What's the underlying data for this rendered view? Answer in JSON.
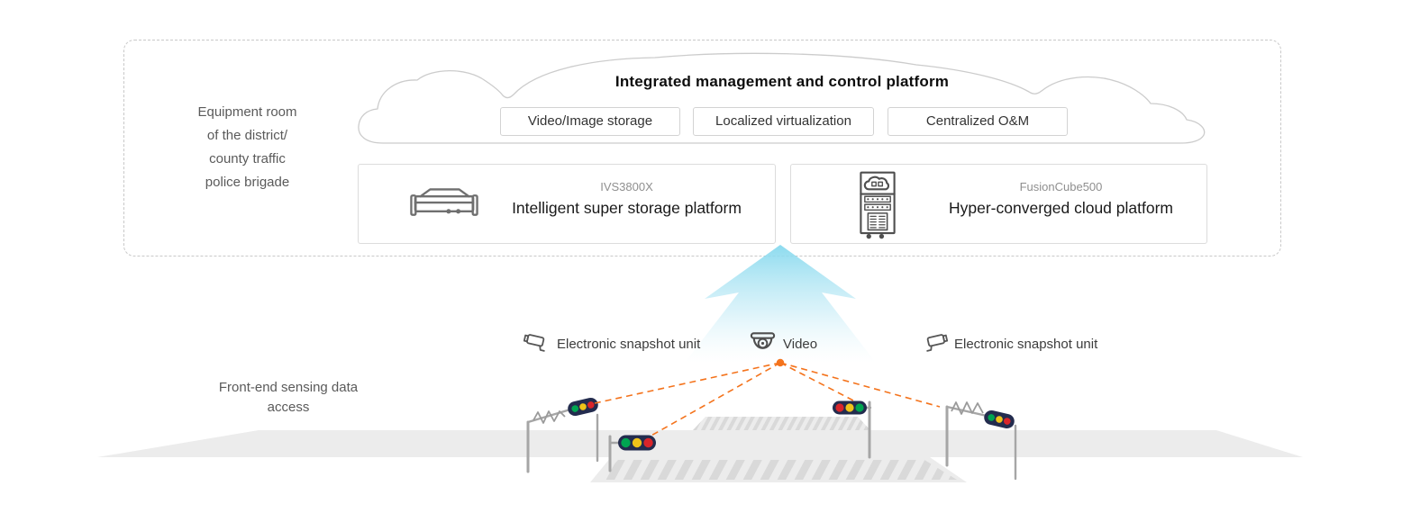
{
  "equipment_room": {
    "label_lines": [
      "Equipment room",
      "of the district/",
      "county traffic",
      "police brigade"
    ],
    "cloud": {
      "title": "Integrated management and control platform",
      "capabilities": [
        "Video/Image storage",
        "Localized virtualization",
        "Centralized O&M"
      ]
    },
    "platforms": [
      {
        "model": "IVS3800X",
        "name": "Intelligent super storage platform",
        "icon": "storage-array-icon"
      },
      {
        "model": "FusionCube500",
        "name": "Hyper-converged cloud platform",
        "icon": "server-tower-icon"
      }
    ]
  },
  "front_end": {
    "label_lines": [
      "Front-end sensing data",
      "access"
    ],
    "sensors": [
      {
        "label": "Electronic snapshot unit",
        "icon": "snapshot-camera-left-icon"
      },
      {
        "label": "Video",
        "icon": "dome-camera-icon"
      },
      {
        "label": "Electronic snapshot unit",
        "icon": "snapshot-camera-right-icon"
      }
    ]
  },
  "colors": {
    "accent_orange": "#F4731C",
    "arrow_blue": "#86D9EE",
    "traffic_light_body": "#232C4E",
    "traffic_green": "#00A551",
    "traffic_yellow": "#EFC319",
    "traffic_red": "#D9252A",
    "road_gray": "#ECECEC",
    "stripe_gray": "#D9D9D9"
  }
}
